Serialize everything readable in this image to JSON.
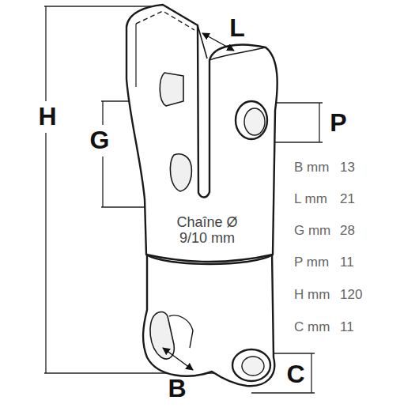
{
  "diagram": {
    "labels": [
      "L",
      "H",
      "G",
      "P",
      "Chaîne Ø 9/10 mm",
      "B mm",
      "13",
      "L mm",
      "21",
      "G mm",
      "28",
      "P mm",
      "11",
      "H mm",
      "120",
      "C mm",
      "11",
      "C",
      "B"
    ]
  }
}
